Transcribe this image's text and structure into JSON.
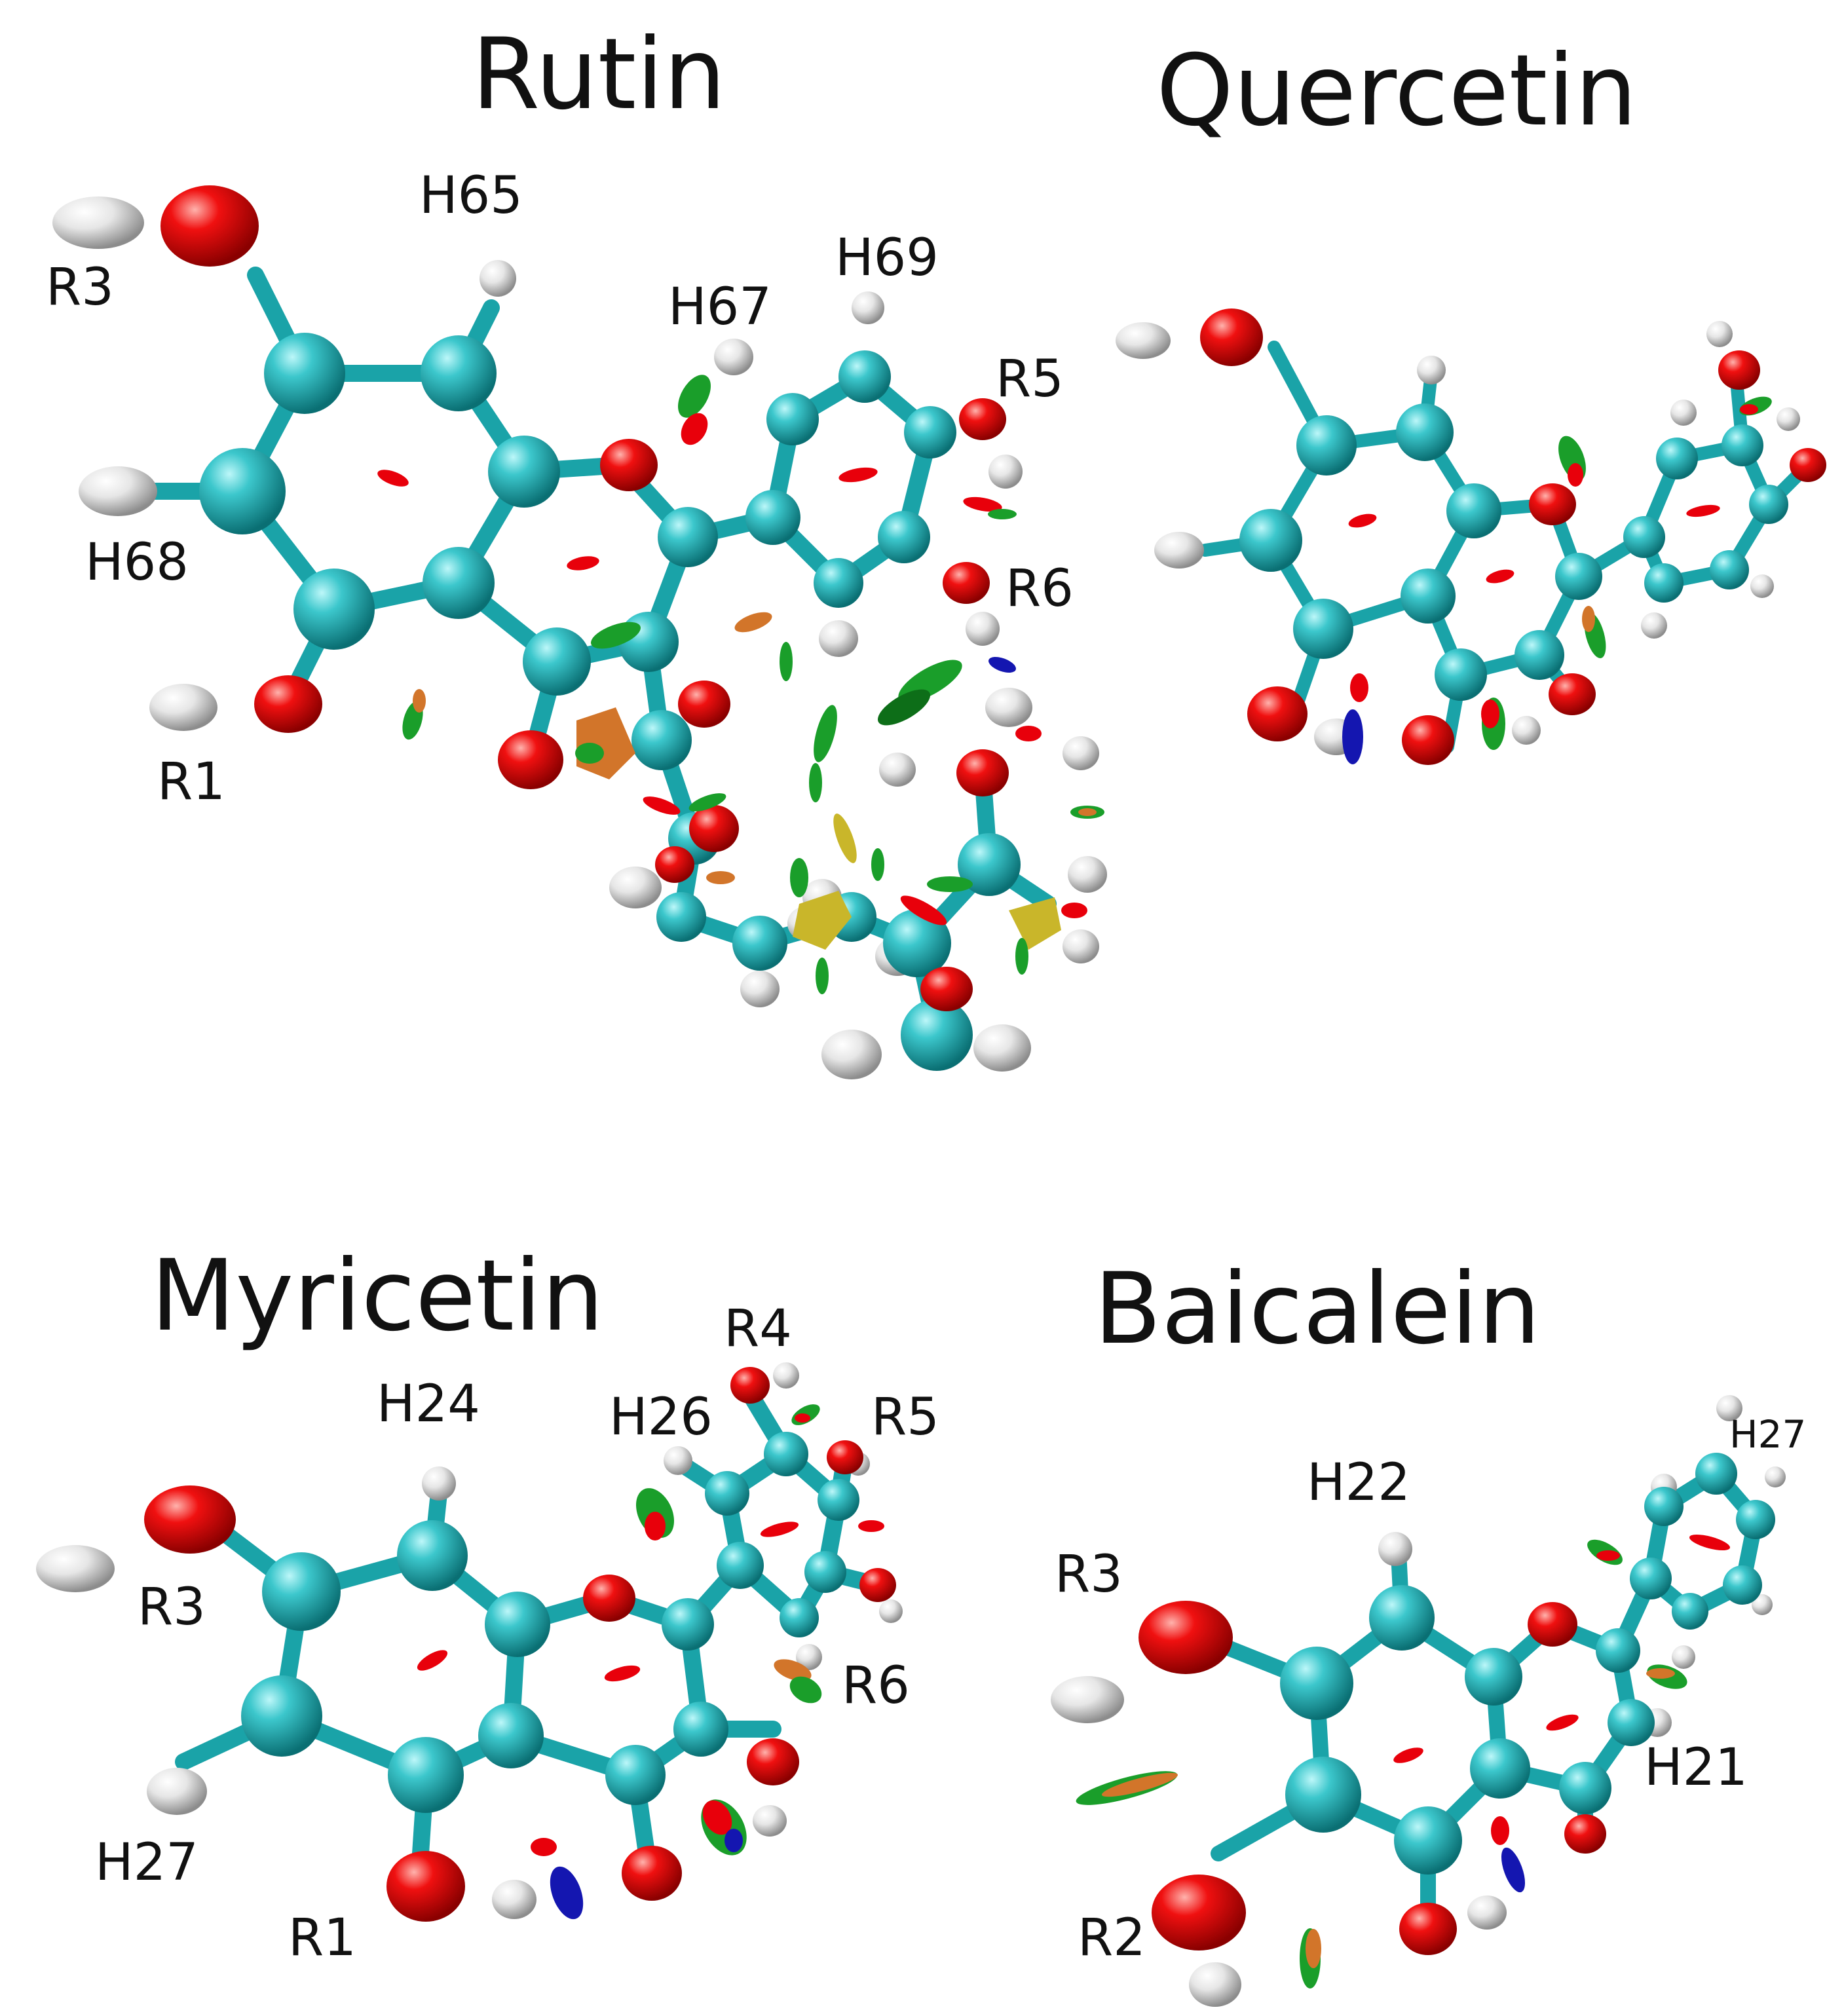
{
  "colors": {
    "carbon": "#1aa3a8",
    "carbon_light": "#7fe6ea",
    "oxygen": "#e8000b",
    "oxygen_light": "#ff8a85",
    "hydrogen": "#d9d9d9",
    "hydrogen_light": "#ffffff",
    "bond": "#1aa3a8",
    "nci_red": "#e8000b",
    "nci_green": "#1a9e2a",
    "nci_yellow": "#c9b62a",
    "nci_orange": "#d2752a",
    "nci_blue": "#1416b0"
  },
  "panels": [
    {
      "title": "Rutin",
      "labels": [
        "R3",
        "H65",
        "H68",
        "H67",
        "H69",
        "R5",
        "R6",
        "R1"
      ]
    },
    {
      "title": "Quercetin",
      "labels": []
    },
    {
      "title": "Myricetin",
      "labels": [
        "R4",
        "H24",
        "H26",
        "R5",
        "R3",
        "R6",
        "H27",
        "R1"
      ]
    },
    {
      "title": "Baicalein",
      "labels": [
        "H27",
        "H22",
        "R3",
        "H21",
        "R2"
      ]
    }
  ]
}
